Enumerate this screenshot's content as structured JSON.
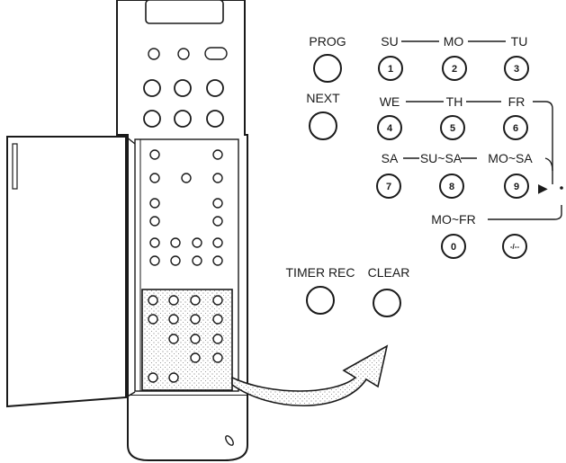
{
  "labels": {
    "prog": "PROG",
    "next": "NEXT",
    "timer_rec": "TIMER REC",
    "clear": "CLEAR",
    "su": "SU",
    "mo": "MO",
    "tu": "TU",
    "we": "WE",
    "th": "TH",
    "fr": "FR",
    "sa": "SA",
    "su_sa": "SU~SA",
    "mo_sa": "MO~SA",
    "mo_fr": "MO~FR"
  },
  "keys": {
    "k1": "1",
    "k2": "2",
    "k3": "3",
    "k4": "4",
    "k5": "5",
    "k6": "6",
    "k7": "7",
    "k8": "8",
    "k9": "9",
    "k0": "0",
    "dash": "-/--"
  },
  "arrow_glyph": "▶"
}
